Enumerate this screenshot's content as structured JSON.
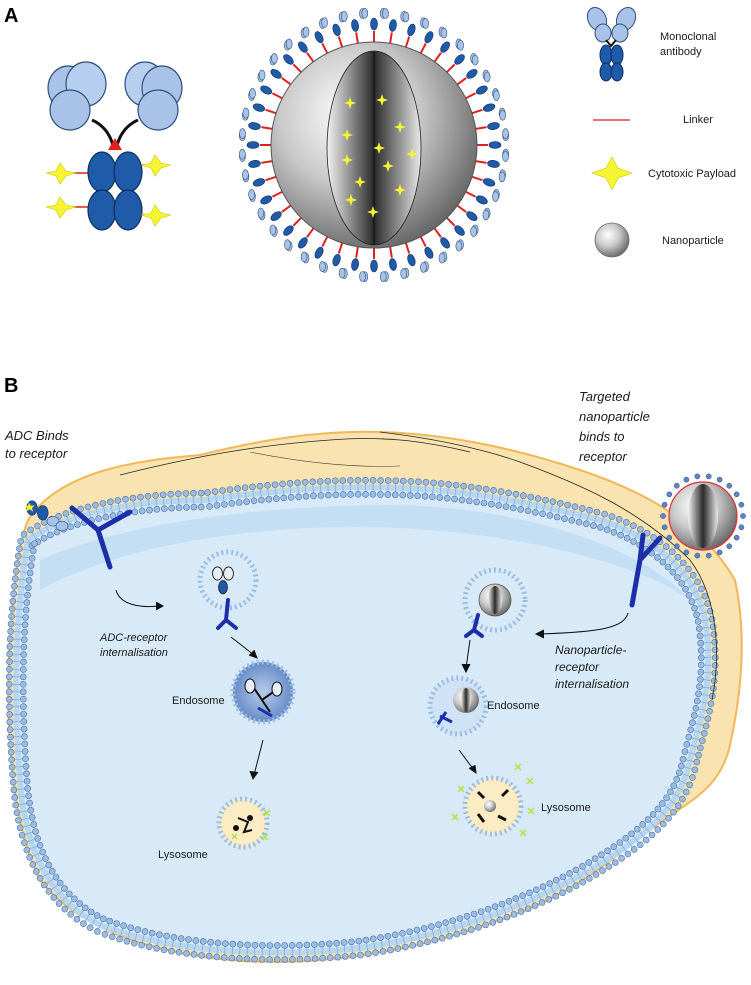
{
  "panel_a": {
    "label": "A",
    "legend": [
      {
        "name": "antibody",
        "text_lines": [
          "Monoclonal",
          "antibody"
        ],
        "icon": "antibody-icon"
      },
      {
        "name": "linker",
        "text_lines": [
          "Linker"
        ],
        "icon": "linker-icon"
      },
      {
        "name": "payload",
        "text_lines": [
          "Cytotoxic Payload"
        ],
        "icon": "payload-star-icon"
      },
      {
        "name": "nanoparticle",
        "text_lines": [
          "Nanoparticle"
        ],
        "icon": "nanoparticle-icon"
      }
    ]
  },
  "panel_b": {
    "label": "B",
    "adc_binds": [
      "ADC Binds",
      "to receptor"
    ],
    "targeted_binds": [
      "Targeted",
      "nanoparticle",
      "binds to",
      "receptor"
    ],
    "adc_internalisation": [
      "ADC-receptor",
      "internalisation"
    ],
    "np_internalisation": [
      "Nanoparticle-",
      "receptor",
      "internalisation"
    ],
    "endosome_left": "Endosome",
    "endosome_right": "Endosome",
    "lysosome_left": "Lysosome",
    "lysosome_right": "Lysosome"
  },
  "colors": {
    "antibody_light": "#a9c3e8",
    "antibody_dark": "#1f5ba8",
    "linker": "#e02020",
    "payload": "#f5f532",
    "cytoplasm": "#d8eaf8",
    "cytoplasm_edge": "#b7d6f0",
    "cell_surface": "#f9e3b0",
    "cell_surface_edge": "#f1b85a",
    "receptor": "#1d2fa8",
    "lipid_head": "#9bbde3"
  }
}
